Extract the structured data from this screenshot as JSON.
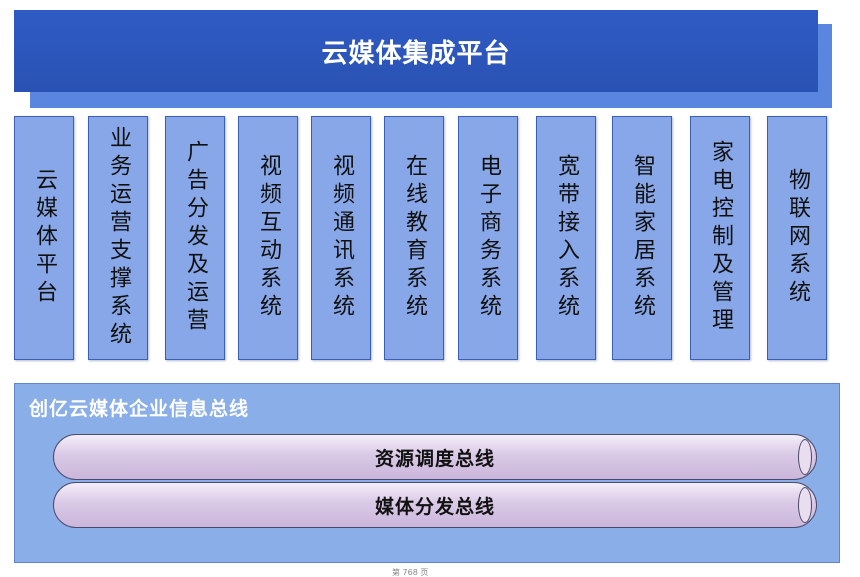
{
  "header": {
    "title": "云媒体集成平台"
  },
  "columns": [
    "云媒体平台",
    "业务运营支撑系统",
    "广告分发及运营",
    "视频互动系统",
    "视频通讯系统",
    "在线教育系统",
    "电子商务系统",
    "宽带接入系统",
    "智能家居系统",
    "家电控制及管理",
    "物联网系统"
  ],
  "bus": {
    "title": "创亿云媒体企业信息总线",
    "lines": [
      "资源调度总线",
      "媒体分发总线"
    ]
  },
  "footer": {
    "page_text": "第 768 页"
  }
}
